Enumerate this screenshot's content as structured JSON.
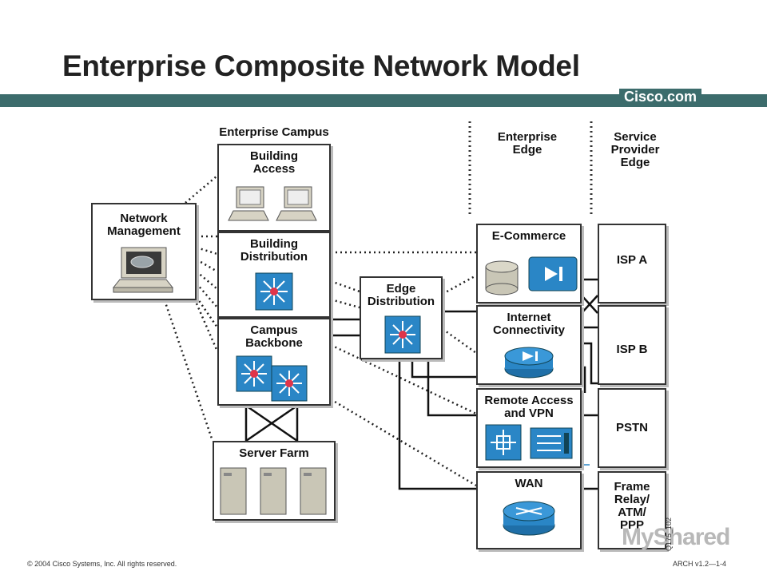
{
  "slide": {
    "title": "Enterprise Composite Network Model",
    "brand": "Cisco.com",
    "copyright": "© 2004 Cisco Systems, Inc. All rights reserved.",
    "course": "ARCH v1.2—1-4",
    "figure_code": "Q175_102",
    "watermark": "MyShared",
    "bar_color": "#3c6c6c"
  },
  "sections": {
    "campus": "Enterprise Campus",
    "edge_line1": "Enterprise",
    "edge_line2": "Edge",
    "sp_line1": "Service",
    "sp_line2": "Provider",
    "sp_line3": "Edge"
  },
  "modules": {
    "network_management": [
      "Network",
      "Management"
    ],
    "building_access": [
      "Building",
      "Access"
    ],
    "building_distribution": [
      "Building",
      "Distribution"
    ],
    "campus_backbone": [
      "Campus",
      "Backbone"
    ],
    "server_farm": [
      "Server Farm"
    ],
    "edge_distribution": [
      "Edge",
      "Distribution"
    ],
    "ecommerce": [
      "E-Commerce"
    ],
    "internet": [
      "Internet",
      "Connectivity"
    ],
    "remote_access": [
      "Remote Access",
      "and VPN"
    ],
    "wan": [
      "WAN"
    ],
    "isp_a": [
      "ISP A"
    ],
    "isp_b": [
      "ISP B"
    ],
    "pstn": [
      "PSTN"
    ],
    "frame_relay": [
      "Frame",
      "Relay/",
      "ATM/",
      "PPP"
    ]
  },
  "icons": {
    "switch_color": "#2a86c6",
    "router_color": "#2a86c6",
    "server_color": "#c9c6b6"
  }
}
